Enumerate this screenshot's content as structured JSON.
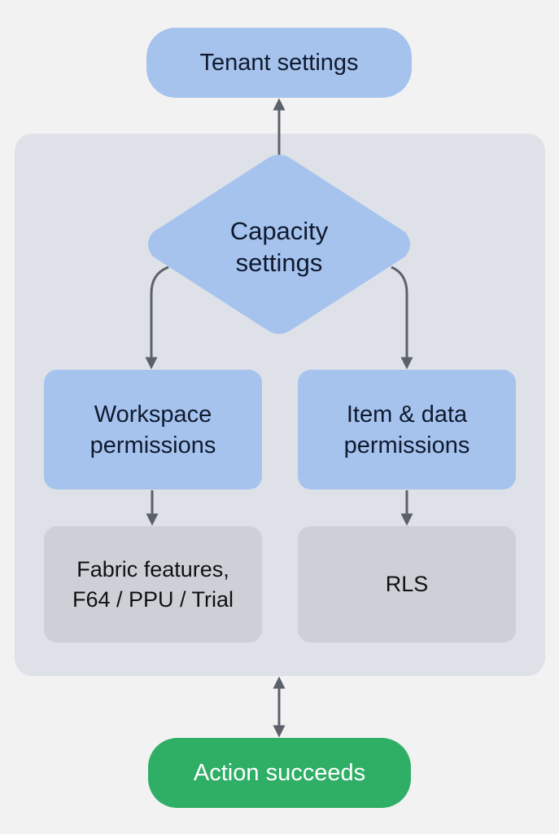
{
  "diagram": {
    "nodes": {
      "tenant_settings": "Tenant settings",
      "capacity_settings": [
        "Capacity",
        "settings"
      ],
      "workspace_permissions": [
        "Workspace",
        "permissions"
      ],
      "item_data_permissions": [
        "Item & data",
        "permissions"
      ],
      "fabric_features": [
        "Fabric features,",
        "F64 / PPU / Trial"
      ],
      "rls": "RLS",
      "action_succeeds": "Action succeeds"
    },
    "edges": [
      {
        "from": "capacity_settings",
        "to": "tenant_settings",
        "type": "arrow"
      },
      {
        "from": "capacity_settings",
        "to": "workspace_permissions",
        "type": "arrow"
      },
      {
        "from": "capacity_settings",
        "to": "item_data_permissions",
        "type": "arrow"
      },
      {
        "from": "workspace_permissions",
        "to": "fabric_features",
        "type": "arrow"
      },
      {
        "from": "item_data_permissions",
        "to": "rls",
        "type": "arrow"
      },
      {
        "from": "container",
        "to": "action_succeeds",
        "type": "bidirectional"
      }
    ],
    "colors": {
      "node_blue": "#a6c3ee",
      "node_gray": "#cdd0d7",
      "success_green": "#2fae66",
      "container": "#dfe1e8",
      "arrow": "#5c6169"
    }
  }
}
